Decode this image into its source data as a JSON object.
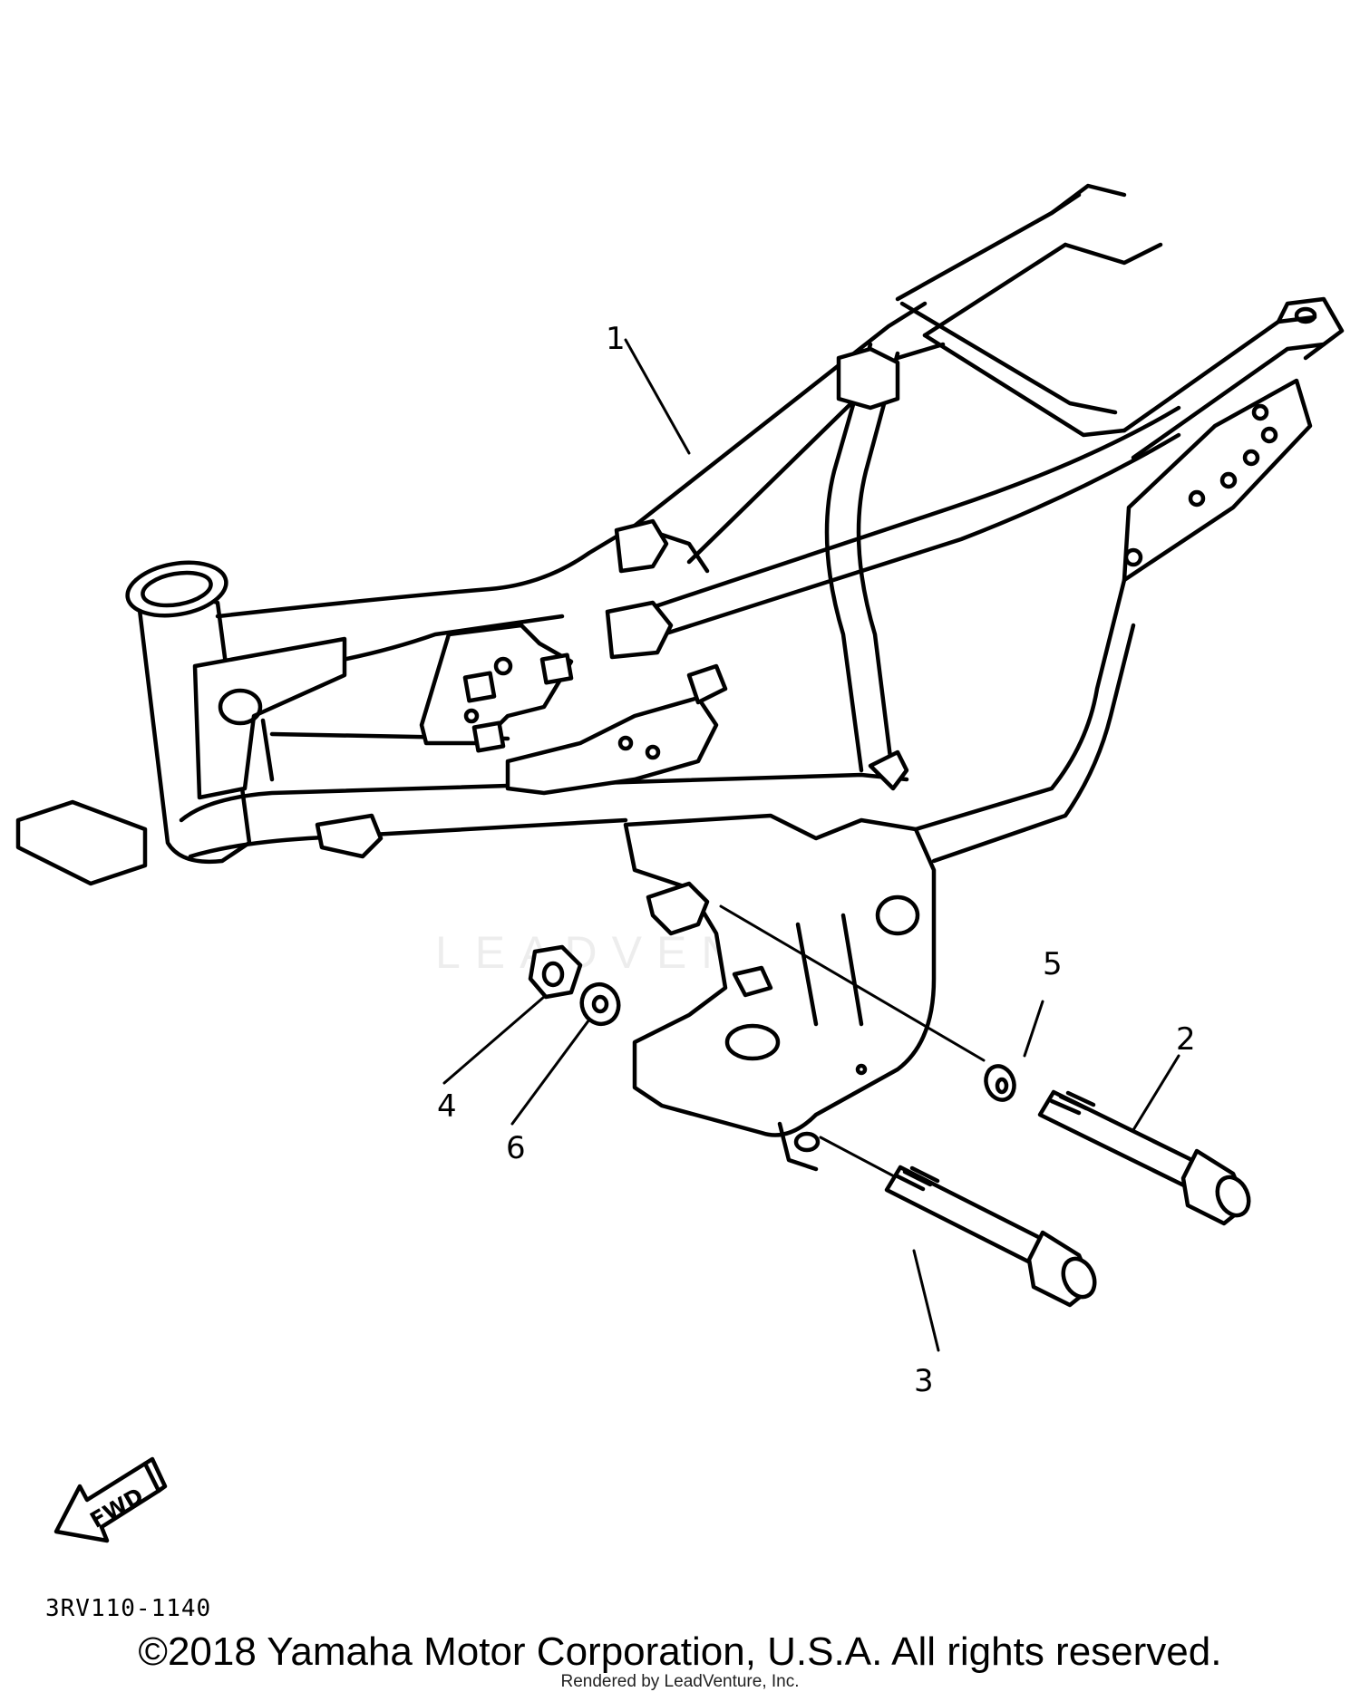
{
  "diagram": {
    "callouts": [
      {
        "id": "1",
        "label": "1"
      },
      {
        "id": "2",
        "label": "2"
      },
      {
        "id": "3",
        "label": "3"
      },
      {
        "id": "4",
        "label": "4"
      },
      {
        "id": "5",
        "label": "5"
      },
      {
        "id": "6",
        "label": "6"
      }
    ],
    "fwd_label": "FWD",
    "watermark_text": "LEADVENTURE"
  },
  "footer": {
    "part_code": "3RV110-1140",
    "copyright": "©2018 Yamaha Motor Corporation, U.S.A. All rights reserved.",
    "render_credit": "Rendered by LeadVenture, Inc."
  }
}
